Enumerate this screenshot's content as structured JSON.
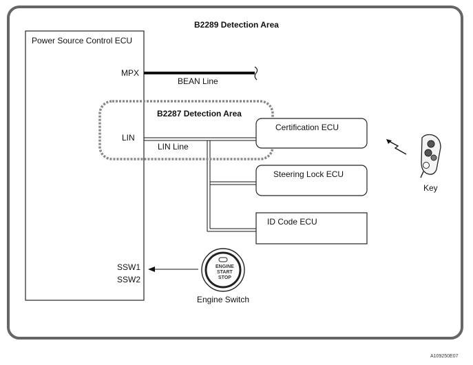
{
  "outer_area": {
    "title": "B2289 Detection Area"
  },
  "inner_area": {
    "title": "B2287 Detection Area"
  },
  "power_ecu": {
    "title": "Power Source Control ECU",
    "mpx_label": "MPX",
    "lin_label": "LIN",
    "ssw1_label": "SSW1",
    "ssw2_label": "SSW2"
  },
  "lines": {
    "bean": "BEAN Line",
    "lin": "LIN Line"
  },
  "ecus": [
    {
      "label": "Certification ECU"
    },
    {
      "label": "Steering Lock ECU"
    },
    {
      "label": "ID Code ECU"
    }
  ],
  "key": {
    "label": "Key"
  },
  "engine_switch": {
    "label": "Engine Switch",
    "button_lines": [
      "ENGINE",
      "START",
      "STOP"
    ]
  },
  "figure_code": "A109250E07"
}
